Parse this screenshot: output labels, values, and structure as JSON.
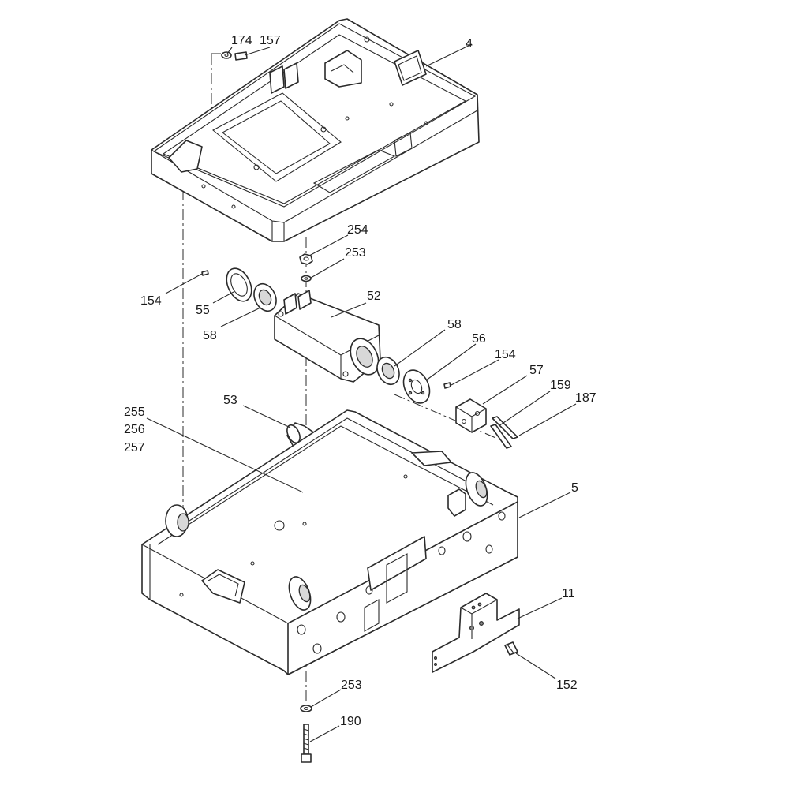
{
  "callouts": {
    "c174": "174",
    "c157": "157",
    "c4": "4",
    "c254": "254",
    "c253_top": "253",
    "c154_left": "154",
    "c55": "55",
    "c58_left": "58",
    "c52": "52",
    "c58_right": "58",
    "c56": "56",
    "c154_right": "154",
    "c57": "57",
    "c159": "159",
    "c187": "187",
    "c53": "53",
    "c255": "255",
    "c256": "256",
    "c257": "257",
    "c5": "5",
    "c11": "11",
    "c152": "152",
    "c253_bottom": "253",
    "c190": "190"
  }
}
